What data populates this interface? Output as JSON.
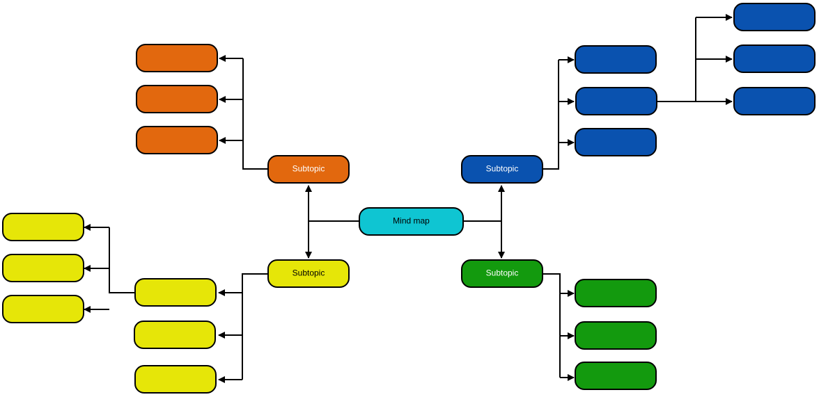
{
  "colors": {
    "center": "#0FC5D2",
    "orange": "#E2680E",
    "blue": "#0A52AF",
    "yellow": "#E6E608",
    "green": "#139A0E",
    "line": "#000000"
  },
  "center": {
    "label": "Mind map",
    "text_color": "#000000"
  },
  "subtopics": {
    "orange": {
      "label": "Subtopic",
      "text_color": "#ffffff"
    },
    "blue": {
      "label": "Subtopic",
      "text_color": "#ffffff"
    },
    "yellow": {
      "label": "Subtopic",
      "text_color": "#000000"
    },
    "green": {
      "label": "Subtopic",
      "text_color": "#ffffff"
    }
  }
}
